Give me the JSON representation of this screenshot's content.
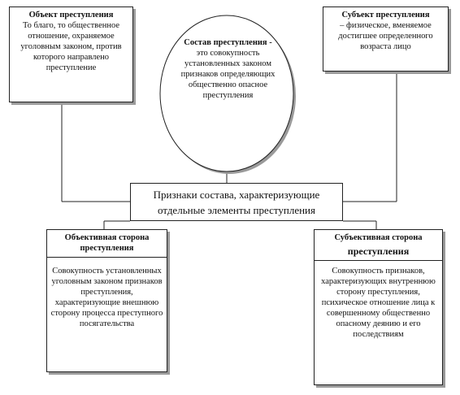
{
  "object": {
    "title": "Объект преступления",
    "text": "То благо, то общественное отношение, охраняемое уголовным законом, против которого направлено преступление"
  },
  "subject": {
    "title": "Субъект преступления",
    "text": "– физическое, вменяемое достигшее определенного возраста лицо"
  },
  "composition": {
    "title": "Состав преступления -",
    "text": "это совокупность установленных законом признаков определяющих общественно опасное преступления"
  },
  "signs": {
    "text": "Признаки состава, характеризующие отдельные элементы преступления"
  },
  "objective_side": {
    "title": "Объективная сторона преступления",
    "text": "Совокупность установленных уголовным законом признаков преступления, характеризующие внешнюю сторону процесса преступного посягательства"
  },
  "subjective_side": {
    "title_line1": "Субъективная сторона",
    "title_line2": "преступления",
    "text": "Совокупность признаков, характеризующих внутреннюю сторону преступления, психическое отношение лица к совершенному общественно опасному деянию и его последствиям"
  },
  "colors": {
    "line": "#222222",
    "shadow": "#9a9a9a",
    "background": "#ffffff"
  }
}
